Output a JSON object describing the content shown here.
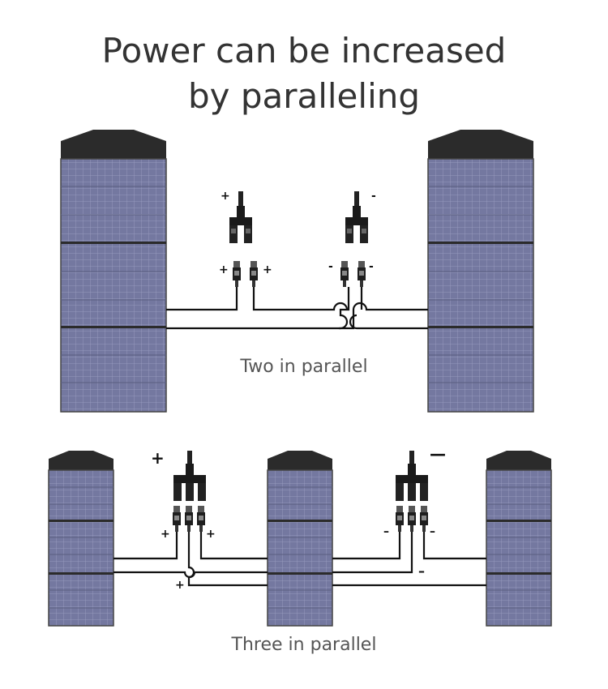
{
  "title": {
    "line1": "Power can be increased",
    "line2": "by paralleling"
  },
  "captions": {
    "two": "Two in parallel",
    "three": "Three in parallel"
  },
  "signs": {
    "plus": "+",
    "minus": "-",
    "dash": "–",
    "bar": "—"
  },
  "colors": {
    "panel_cell": "#6f7396",
    "panel_cap": "#2a2a2a",
    "wire": "#111111",
    "background": "#ffffff"
  }
}
